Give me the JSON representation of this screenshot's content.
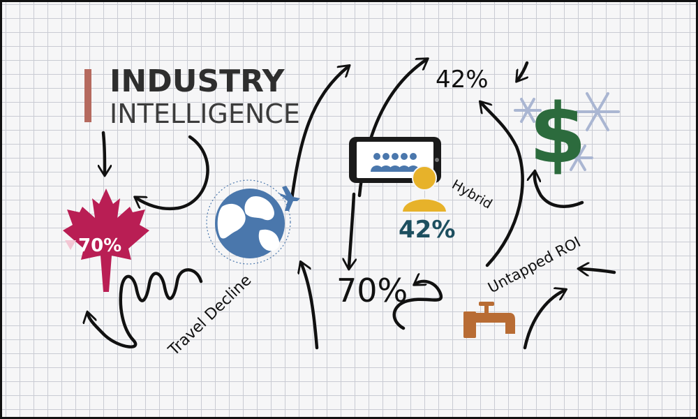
{
  "brand": {
    "line1": "INDUSTRY",
    "line2": "INTELLIGENCE",
    "accent_color": "#b56a5f"
  },
  "stats": {
    "canada_decline": "70%",
    "travel_decline_pct": "70%",
    "hybrid_pct": "42%",
    "top_pct": "42%"
  },
  "labels": {
    "travel_decline": "Travel Decline",
    "hybrid": "Hybrid",
    "untapped_roi": "Untapped ROI"
  },
  "icons": {
    "maple_leaf": "maple-leaf-icon",
    "globe": "globe-airplane-icon",
    "tablet": "tablet-meeting-icon",
    "person": "person-icon",
    "dollar": "dollar-snowflake-icon",
    "faucet": "faucet-icon"
  },
  "colors": {
    "maple": "#b91e54",
    "globe": "#4a77ac",
    "person": "#e7b22a",
    "hybrid_pct": "#1d4f5f",
    "dollar": "#2c6b3d",
    "snowflake": "#aab6d2",
    "faucet": "#b86c34",
    "ink": "#111111"
  }
}
